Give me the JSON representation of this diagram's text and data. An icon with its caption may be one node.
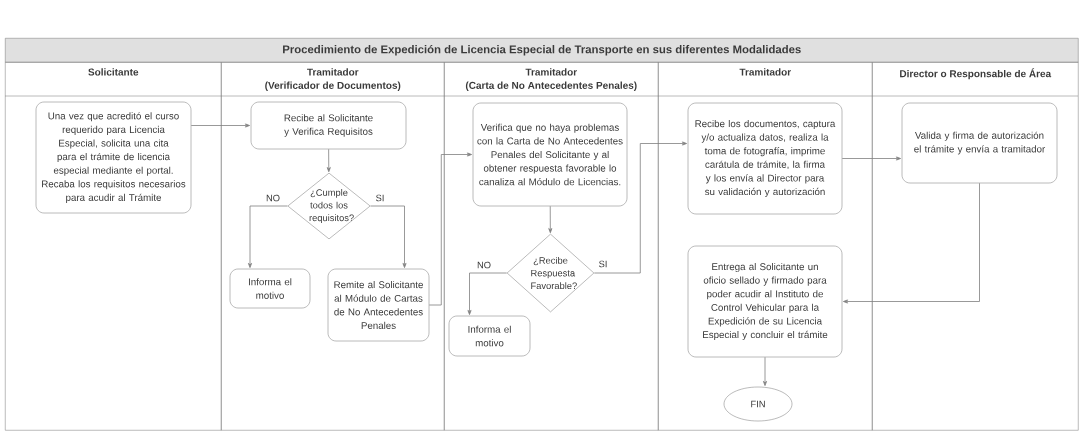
{
  "diagram": {
    "title": "Procedimiento de Expedición de Licencia Especial de Transporte en sus diferentes Modalidades",
    "nodes": [
      {
        "text": [
          "Solicitante"
        ]
      },
      {
        "text": [
          "Tramitador",
          "(Verificador de Documentos)"
        ]
      },
      {
        "text": [
          "Tramitador",
          "(Carta de No Antecedentes Penales)"
        ]
      },
      {
        "text": [
          "Tramitador"
        ]
      },
      {
        "text": [
          "Director o Responsable de Área"
        ]
      },
      {
        "text": [
          "Una vez que acreditó el curso requerido para Licencia Especial, solicita una cita para el trámite de licencia especial mediante el portal.",
          "Recaba los requisitos necesarios para acudir al Trámite"
        ],
        "in": 0
      },
      {
        "text": [
          "Recibe al Solicitante y Verifica Requisitos"
        ],
        "in": 1
      },
      {
        "text": [
          "¿Cumple todos los requisitos?"
        ],
        "in": 1
      },
      {
        "text": [
          "Informa el motivo"
        ],
        "in": 1
      },
      {
        "text": [
          "Remite al Solicitante al Módulo de Cartas de No Antecedentes Penales"
        ],
        "in": 1
      },
      {
        "text": [
          "Verifica que no haya problemas con la Carta de No Antecedentes Penales del Solicitante y al obtener respuesta favorable lo canaliza al Módulo de Licencias."
        ],
        "in": 2
      },
      {
        "text": [
          "¿Recibe Respuesta Favorable?"
        ],
        "in": 2
      },
      {
        "text": [
          "Informa el motivo"
        ],
        "in": 2
      },
      {
        "text": [
          "Recibe los documentos, captura y/o actualiza datos, realiza la toma de fotografía, imprime carátula de trámite, la firma y los envía al Director para su validación y autorización"
        ],
        "in": 3
      },
      {
        "text": [
          "Valida y firma de autorización el trámite y envía a tramitador"
        ],
        "in": 4
      },
      {
        "text": [
          "Entrega al Solicitante un oficio sellado y firmado para poder acudir al Instituto de Control Vehicular para la Expedición de su Licencia Especial y concluir el trámite"
        ],
        "in": 3
      },
      {
        "text": [
          "FIN"
        ],
        "in": 3
      }
    ],
    "edges": [
      {
        "from": 5,
        "to": 6,
        "arrow": "to"
      },
      {
        "from": 6,
        "to": 7,
        "arrow": "to"
      },
      {
        "from": 7,
        "to": 8,
        "arrow": "to",
        "label": "NO"
      },
      {
        "from": 7,
        "to": 9,
        "arrow": "to",
        "label": "SI"
      },
      {
        "from": 9,
        "to": 10,
        "arrow": "to"
      },
      {
        "from": 10,
        "to": 11,
        "arrow": "to"
      },
      {
        "from": 11,
        "to": 12,
        "arrow": "to",
        "label": "NO"
      },
      {
        "from": 11,
        "to": 13,
        "arrow": "to",
        "label": "SI"
      },
      {
        "from": 13,
        "to": 14,
        "arrow": "to"
      },
      {
        "from": 14,
        "to": 15,
        "arrow": "to"
      },
      {
        "from": 15,
        "to": 16,
        "arrow": "to"
      }
    ]
  }
}
